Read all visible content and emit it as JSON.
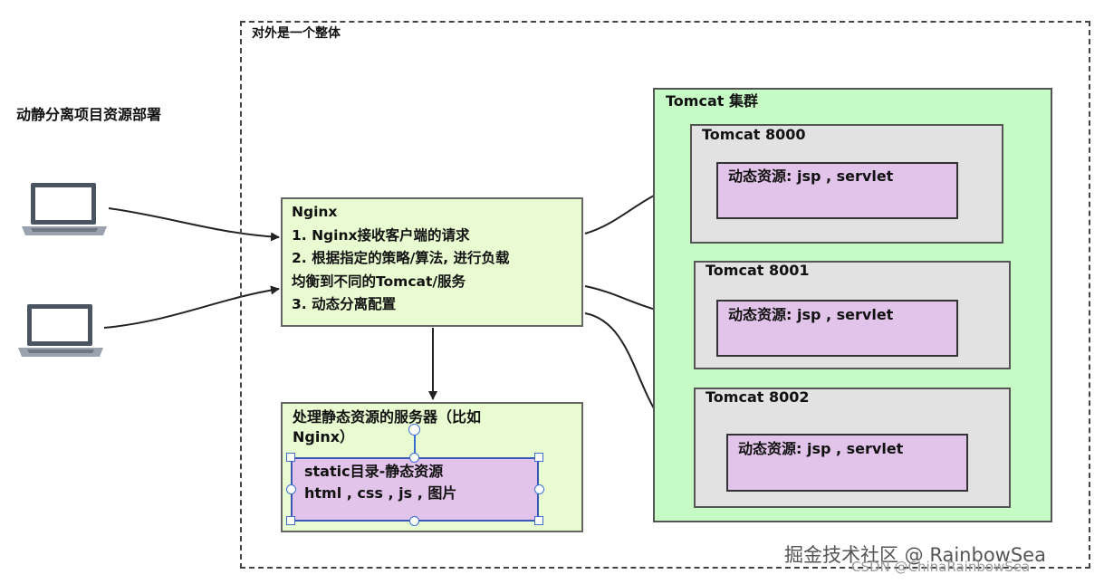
{
  "page_title": "动静分离项目资源部署",
  "outer_label": "对外是一个整体",
  "nginx": {
    "title": "Nginx",
    "lines": [
      "1. Nginx接收客户端的请求",
      "2. 根据指定的策略/算法, 进行负载",
      "均衡到不同的Tomcat/服务",
      "3. 动态分离配置"
    ]
  },
  "static_server": {
    "title_line1": "处理静态资源的服务器（比如",
    "title_line2": "Nginx）",
    "content_line1": "static目录-静态资源",
    "content_line2": "html , css , js , 图片"
  },
  "cluster": {
    "title": "Tomcat 集群",
    "nodes": [
      {
        "label": "Tomcat 8000",
        "content": "动态资源: jsp , servlet"
      },
      {
        "label": "Tomcat 8001",
        "content": "动态资源: jsp , servlet"
      },
      {
        "label": "Tomcat 8002",
        "content": "动态资源: jsp , servlet"
      }
    ]
  },
  "icons": [
    "laptop-icon",
    "laptop-icon"
  ],
  "colors": {
    "nginx_fill": "#e9fbd0",
    "cluster_fill": "#c6fbc6",
    "tomcat_fill": "#e2e2e2",
    "resource_fill": "#e2c4ea",
    "selection": "#3a6fd0"
  },
  "watermark": "掘金技术社区 @ RainbowSea",
  "watermark_sub": "CSDN @ChinaRainbowSea"
}
